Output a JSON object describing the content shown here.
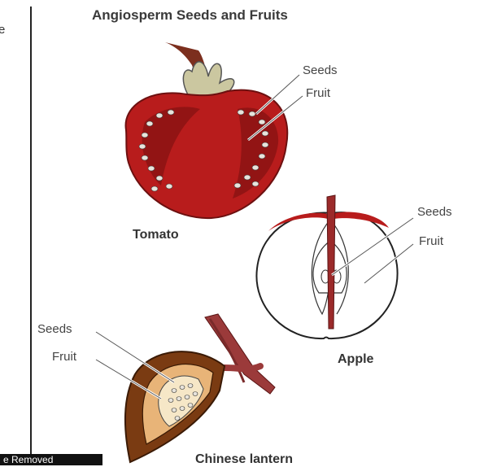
{
  "title": "Angiosperm Seeds and Fruits",
  "edge_text": "e",
  "badge": "e Removed",
  "tomato": {
    "name": "Tomato",
    "seeds_label": "Seeds",
    "fruit_label": "Fruit"
  },
  "apple": {
    "name": "Apple",
    "seeds_label": "Seeds",
    "fruit_label": "Fruit"
  },
  "lantern": {
    "name": "Chinese lantern",
    "seeds_label": "Seeds",
    "fruit_label": "Fruit"
  },
  "colors": {
    "tomato": "#b81c1c",
    "stem": "#9b2a2a",
    "leaf": "#c9c79a",
    "lantern": "#7a3b12"
  }
}
